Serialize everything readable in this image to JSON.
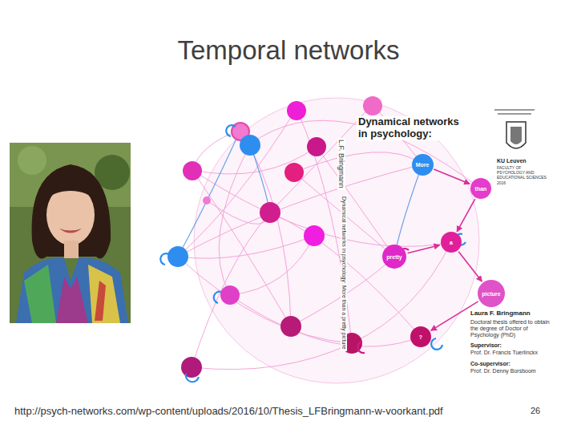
{
  "diagram": {
    "title": "Temporal networks",
    "caption": "http://psych-networks.com/wp-content/uploads/2016/10/Thesis_LFBringmann-w-voorkant.pdf",
    "nodes": [
      {
        "text": [
          "More"
        ]
      },
      {
        "text": [
          "than"
        ]
      },
      {
        "text": [
          "a"
        ]
      },
      {
        "text": [
          "pretty"
        ]
      },
      {
        "text": [
          "picture"
        ]
      },
      {
        "text": [
          "?"
        ]
      }
    ],
    "edges": [
      {
        "from": 0,
        "to": 1,
        "arrow": "to"
      },
      {
        "from": 1,
        "to": 2,
        "arrow": "to"
      },
      {
        "from": 3,
        "to": 2,
        "arrow": "to"
      },
      {
        "from": 2,
        "to": 4,
        "arrow": "to"
      },
      {
        "from": 4,
        "to": 5,
        "arrow": "to"
      }
    ],
    "labels": [
      "Dynamical networks in psychology:",
      "L.F. Bringmann",
      "Dynamical networks in psychology: More than a pretty picture",
      "KU Leuven",
      "FACULTY OF PSYCHOLOGY AND EDUCATIONAL SCIENCES",
      "2016",
      "Laura F. Bringmann",
      "Doctoral thesis offered to obtain the degree of Doctor of Psychology (PhD)",
      "Supervisor:",
      "Prof. Dr. Francis Tuerlinckx",
      "Co-supervisor:",
      "Prof. Dr. Denny Borsboom",
      "26"
    ]
  }
}
